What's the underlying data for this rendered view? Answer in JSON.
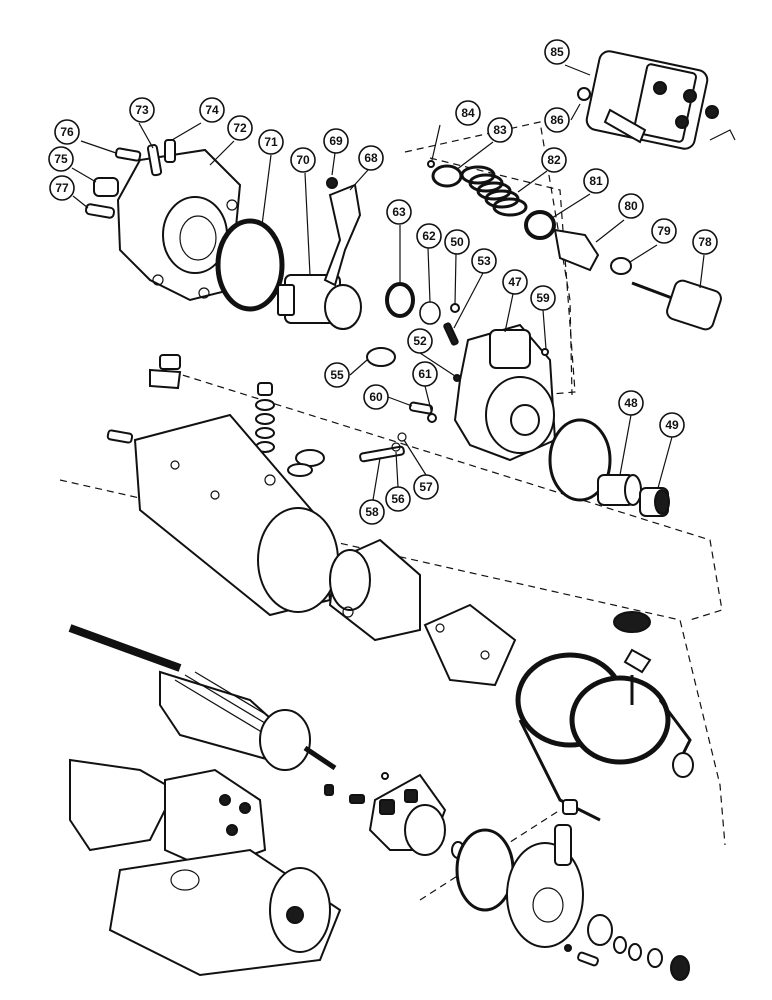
{
  "callouts": [
    {
      "id": "c85",
      "label": "85"
    },
    {
      "id": "c86",
      "label": "86"
    },
    {
      "id": "c84",
      "label": "84"
    },
    {
      "id": "c83",
      "label": "83"
    },
    {
      "id": "c82",
      "label": "82"
    },
    {
      "id": "c81",
      "label": "81"
    },
    {
      "id": "c80",
      "label": "80"
    },
    {
      "id": "c79",
      "label": "79"
    },
    {
      "id": "c78",
      "label": "78"
    },
    {
      "id": "c76",
      "label": "76"
    },
    {
      "id": "c73",
      "label": "73"
    },
    {
      "id": "c74",
      "label": "74"
    },
    {
      "id": "c72",
      "label": "72"
    },
    {
      "id": "c75",
      "label": "75"
    },
    {
      "id": "c77",
      "label": "77"
    },
    {
      "id": "c71",
      "label": "71"
    },
    {
      "id": "c70",
      "label": "70"
    },
    {
      "id": "c69",
      "label": "69"
    },
    {
      "id": "c68",
      "label": "68"
    },
    {
      "id": "c63",
      "label": "63"
    },
    {
      "id": "c62",
      "label": "62"
    },
    {
      "id": "c50",
      "label": "50"
    },
    {
      "id": "c53",
      "label": "53"
    },
    {
      "id": "c47",
      "label": "47"
    },
    {
      "id": "c59",
      "label": "59"
    },
    {
      "id": "c52",
      "label": "52"
    },
    {
      "id": "c55",
      "label": "55"
    },
    {
      "id": "c60",
      "label": "60"
    },
    {
      "id": "c61",
      "label": "61"
    },
    {
      "id": "c48",
      "label": "48"
    },
    {
      "id": "c49",
      "label": "49"
    },
    {
      "id": "c57",
      "label": "57"
    },
    {
      "id": "c56",
      "label": "56"
    },
    {
      "id": "c58",
      "label": "58"
    }
  ]
}
